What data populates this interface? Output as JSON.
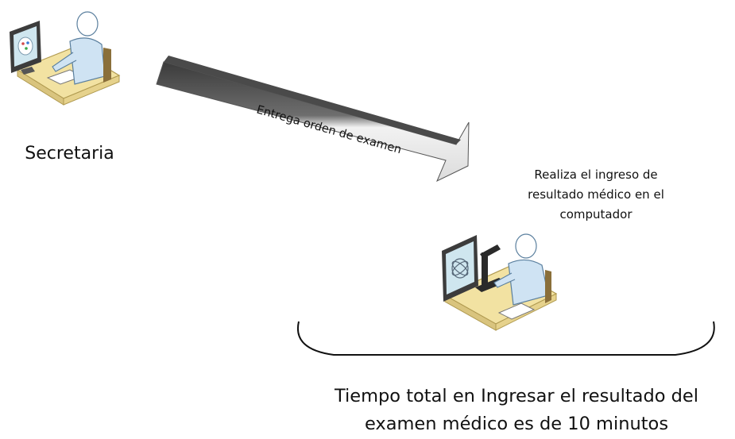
{
  "diagram": {
    "actors": [
      {
        "id": "secretary",
        "label": "Secretaria",
        "icon": "secretary-at-computer-icon"
      },
      {
        "id": "lab-technician",
        "label": "",
        "icon": "lab-technician-with-microscope-icon"
      }
    ],
    "flow": {
      "from": "secretary",
      "to": "lab-technician",
      "label": "Entrega orden de examen"
    },
    "task_note": {
      "line1": "Realiza el ingreso de",
      "line2": "resultado médico en el",
      "line3": "computador"
    },
    "total_time": {
      "line1": "Tiempo total en Ingresar el resultado del",
      "line2": "examen médico es de 10 minutos"
    }
  },
  "colors": {
    "desk": "#f2e2a2",
    "desk_edge": "#c9b36a",
    "person": "#cfe3f3",
    "person_edge": "#5a7f9e",
    "monitor": "#3c3c3c",
    "screen": "#cfe6ef",
    "arrow_dark": "#4a4a4a",
    "arrow_light": "#f4f4f4"
  }
}
